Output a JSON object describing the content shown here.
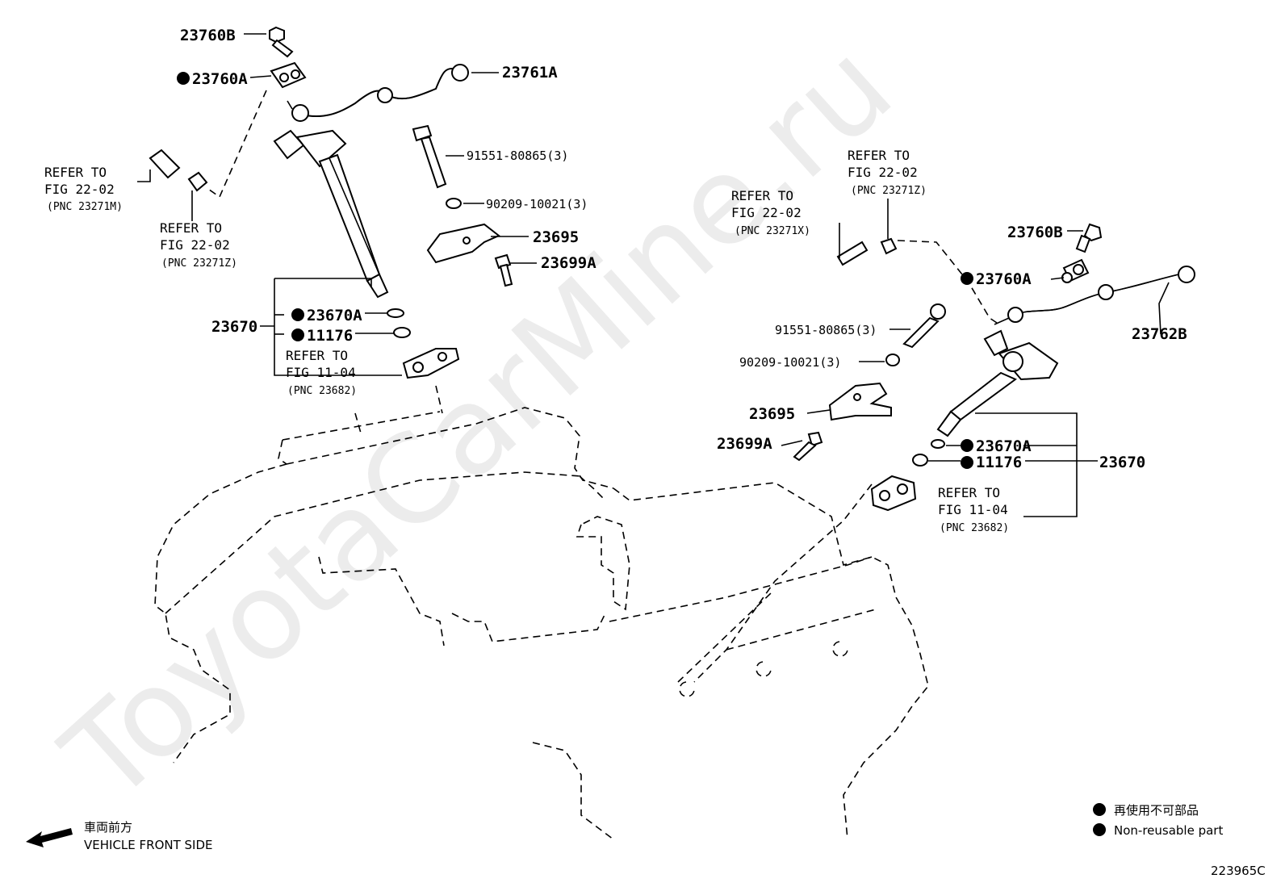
{
  "watermark": "ToyotaCarMine.ru",
  "callouts": {
    "l_23760B": "23760B",
    "l_23760A": "23760A",
    "l_23761A": "23761A",
    "l_91551": "91551-80865(3)",
    "l_90209": "90209-10021(3)",
    "l_23695": "23695",
    "l_23699A": "23699A",
    "l_23670": "23670",
    "l_23670A": "23670A",
    "l_11176": "11176",
    "r_23760B": "23760B",
    "r_23760A": "23760A",
    "r_23762B": "23762B",
    "r_91551": "91551-80865(3)",
    "r_90209": "90209-10021(3)",
    "r_23695": "23695",
    "r_23699A": "23699A",
    "r_23670": "23670",
    "r_23670A": "23670A",
    "r_11176": "11176"
  },
  "refs": {
    "refer_to": "REFER TO",
    "fig_22_02": "FIG 22-02",
    "fig_11_04": "FIG 11-04",
    "pnc_23271M": "(PNC 23271M)",
    "pnc_23271Z": "(PNC 23271Z)",
    "pnc_23271X": "(PNC 23271X)",
    "pnc_23682": "(PNC 23682)"
  },
  "legend": {
    "direction_jp": "車両前方",
    "direction_en": "VEHICLE FRONT SIDE",
    "nonreusable_jp": "再使用不可部品",
    "nonreusable_en": "Non-reusable part"
  },
  "figure_id": "223965C"
}
